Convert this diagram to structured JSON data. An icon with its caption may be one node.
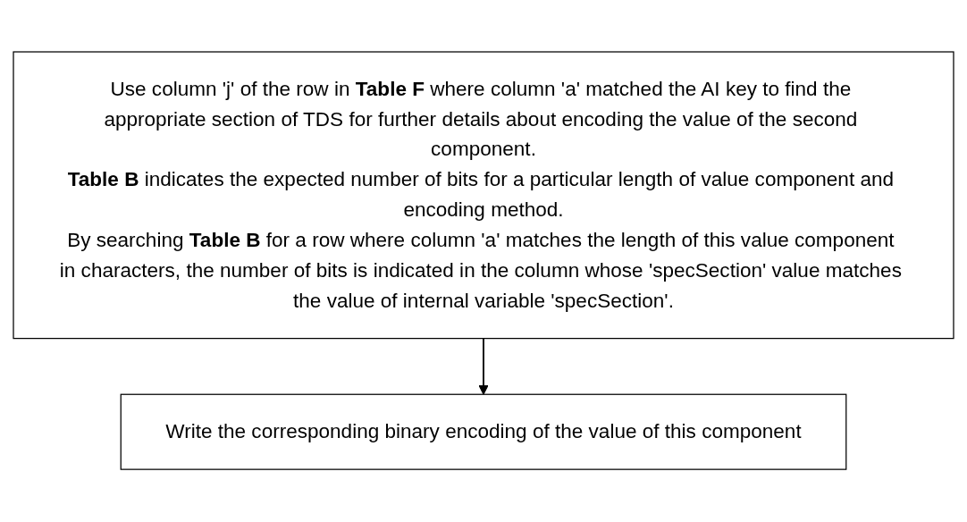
{
  "diagram": {
    "nodes": [
      {
        "text": [
          "Use column 'j' of the row in **Table F** where column 'a' matched the AI key to find the appropriate section of TDS for further details about encoding the value of the second component.",
          "**Table B** indicates the expected number of bits for a particular length of value component and encoding method.",
          "By searching **Table B** for a row where column 'a' matches the length of this value component in characters, the number of bits is indicated in the column whose 'specSection' value matches the value of internal variable 'specSection'."
        ]
      },
      {
        "text": [
          "Write the corresponding binary encoding of the value of this component"
        ]
      }
    ],
    "edges": [
      {
        "from": 0,
        "to": 1,
        "arrow": "to"
      }
    ]
  }
}
